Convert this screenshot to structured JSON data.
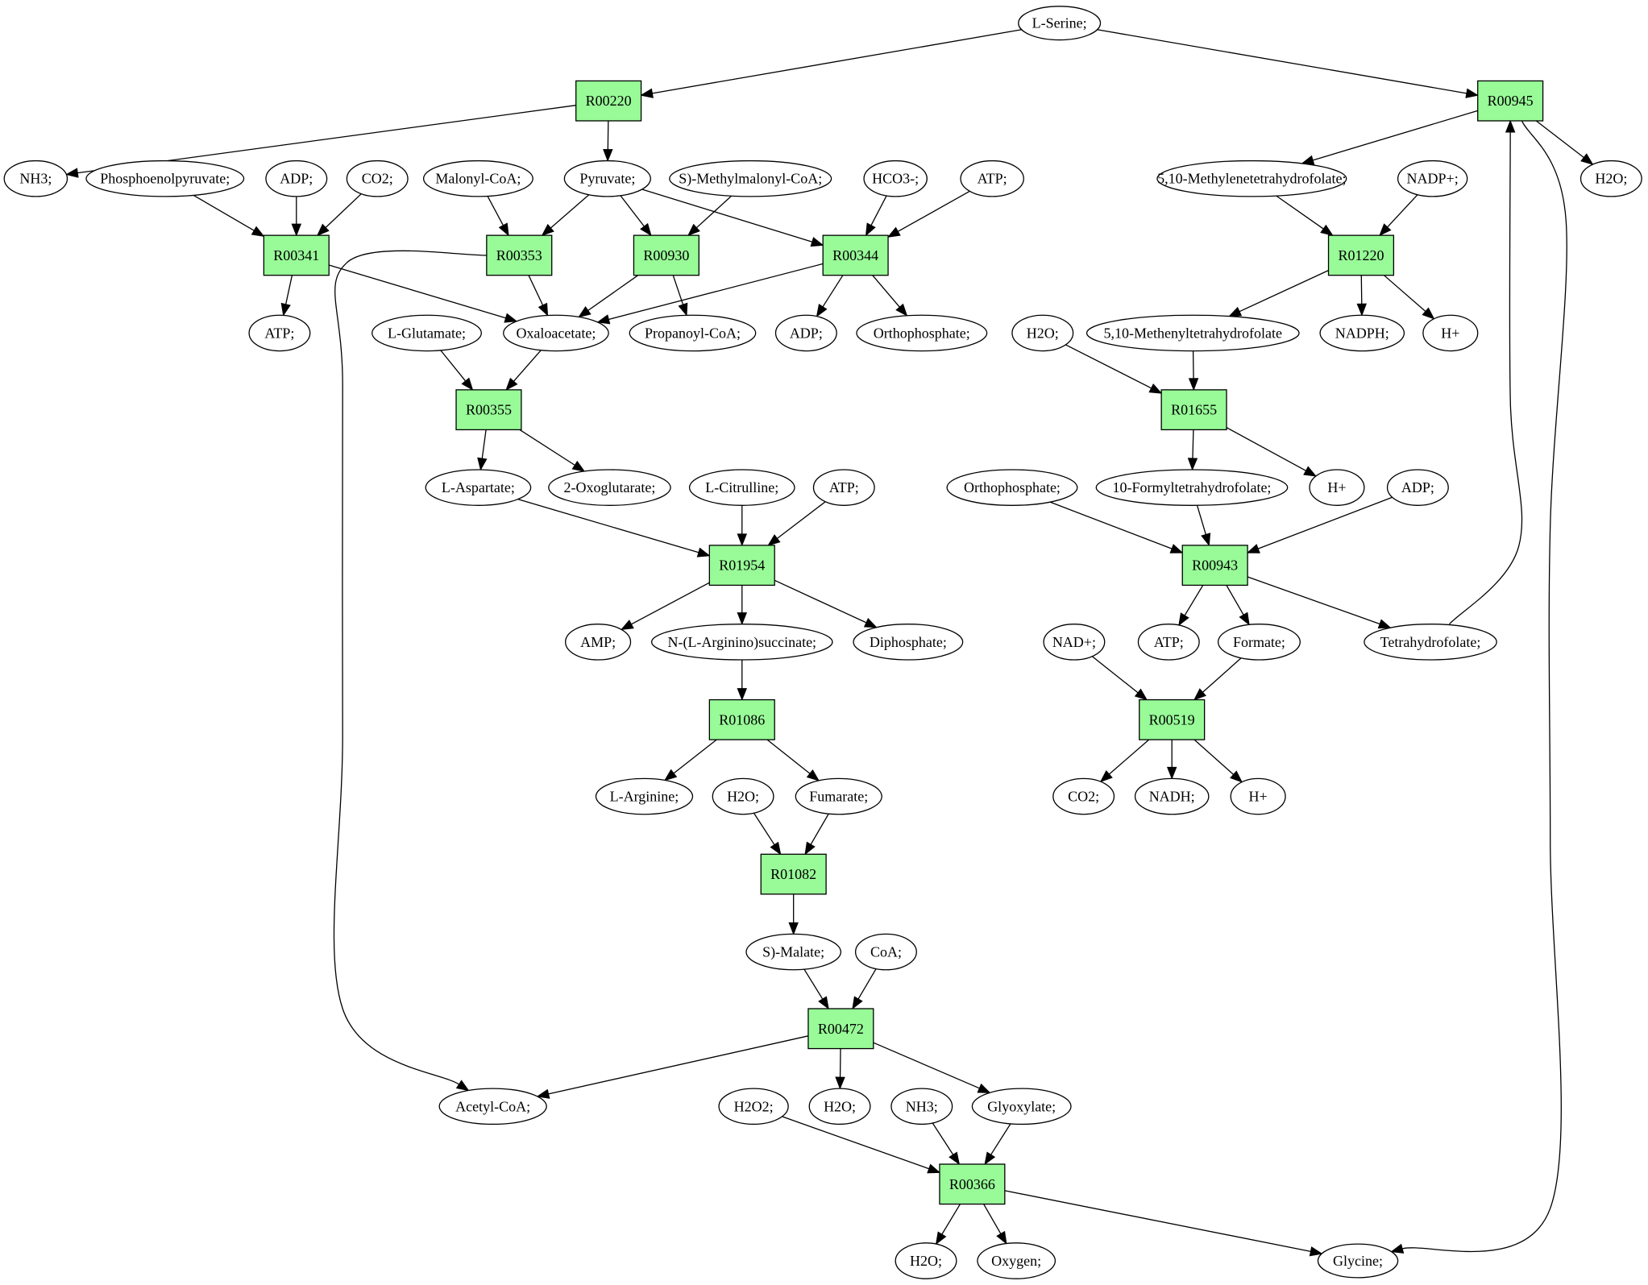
{
  "colors": {
    "reaction": "#98fb98",
    "source": "#00ff00",
    "target": "#ffff00",
    "metabolite": "#ffffff",
    "edge": "#000000"
  },
  "metabolites": [
    {
      "id": "lserine",
      "label": "L-Serine;",
      "role": "source"
    },
    {
      "id": "glycine",
      "label": "Glycine;",
      "role": "target"
    },
    {
      "id": "nh3_a",
      "label": "NH3;"
    },
    {
      "id": "pep",
      "label": "Phosphoenolpyruvate;"
    },
    {
      "id": "adp_a",
      "label": "ADP;"
    },
    {
      "id": "co2_a",
      "label": "CO2;"
    },
    {
      "id": "malonylcoa",
      "label": "Malonyl-CoA;"
    },
    {
      "id": "pyruvate",
      "label": "Pyruvate;"
    },
    {
      "id": "smethylmalonylcoa",
      "label": "S)-Methylmalonyl-CoA;"
    },
    {
      "id": "hco3",
      "label": "HCO3-;"
    },
    {
      "id": "atp_a",
      "label": "ATP;"
    },
    {
      "id": "methylenethf",
      "label": "5,10-Methylenetetrahydrofolate;"
    },
    {
      "id": "nadp",
      "label": "NADP+;"
    },
    {
      "id": "h2o_a",
      "label": "H2O;"
    },
    {
      "id": "atp_b",
      "label": "ATP;"
    },
    {
      "id": "oxaloacetate",
      "label": "Oxaloacetate;"
    },
    {
      "id": "propanoylcoa",
      "label": "Propanoyl-CoA;"
    },
    {
      "id": "adp_b",
      "label": "ADP;"
    },
    {
      "id": "orthophosphate_a",
      "label": "Orthophosphate;"
    },
    {
      "id": "lglutamate",
      "label": "L-Glutamate;"
    },
    {
      "id": "h2o_b",
      "label": "H2O;"
    },
    {
      "id": "methenylthf",
      "label": "5,10-Methenyltetrahydrofolate"
    },
    {
      "id": "nadph",
      "label": "NADPH;"
    },
    {
      "id": "hplus_a",
      "label": "H+"
    },
    {
      "id": "laspartate",
      "label": "L-Aspartate;"
    },
    {
      "id": "oxoglutarate",
      "label": "2-Oxoglutarate;"
    },
    {
      "id": "lcitrulline",
      "label": "L-Citrulline;"
    },
    {
      "id": "atp_c",
      "label": "ATP;"
    },
    {
      "id": "orthophosphate_b",
      "label": "Orthophosphate;"
    },
    {
      "id": "formylthf",
      "label": "10-Formyltetrahydrofolate;"
    },
    {
      "id": "hplus_b",
      "label": "H+"
    },
    {
      "id": "adp_c",
      "label": "ADP;"
    },
    {
      "id": "amp",
      "label": "AMP;"
    },
    {
      "id": "arginosuccinate",
      "label": "N-(L-Arginino)succinate;"
    },
    {
      "id": "diphosphate",
      "label": "Diphosphate;"
    },
    {
      "id": "nad",
      "label": "NAD+;"
    },
    {
      "id": "atp_d",
      "label": "ATP;"
    },
    {
      "id": "formate",
      "label": "Formate;"
    },
    {
      "id": "thf",
      "label": "Tetrahydrofolate;"
    },
    {
      "id": "larginine",
      "label": "L-Arginine;"
    },
    {
      "id": "h2o_c",
      "label": "H2O;"
    },
    {
      "id": "fumarate",
      "label": "Fumarate;"
    },
    {
      "id": "co2_b",
      "label": "CO2;"
    },
    {
      "id": "nadh",
      "label": "NADH;"
    },
    {
      "id": "hplus_c",
      "label": "H+"
    },
    {
      "id": "smalate",
      "label": "S)-Malate;"
    },
    {
      "id": "coa",
      "label": "CoA;"
    },
    {
      "id": "acetylcoa",
      "label": "Acetyl-CoA;"
    },
    {
      "id": "h2o2",
      "label": "H2O2;"
    },
    {
      "id": "h2o_d",
      "label": "H2O;"
    },
    {
      "id": "nh3_b",
      "label": "NH3;"
    },
    {
      "id": "glyoxylate",
      "label": "Glyoxylate;"
    },
    {
      "id": "h2o_e",
      "label": "H2O;"
    },
    {
      "id": "oxygen",
      "label": "Oxygen;"
    }
  ],
  "reactions": [
    {
      "id": "R00220",
      "label": "R00220"
    },
    {
      "id": "R00945",
      "label": "R00945"
    },
    {
      "id": "R00341",
      "label": "R00341"
    },
    {
      "id": "R00353",
      "label": "R00353"
    },
    {
      "id": "R00930",
      "label": "R00930"
    },
    {
      "id": "R00344",
      "label": "R00344"
    },
    {
      "id": "R01220",
      "label": "R01220"
    },
    {
      "id": "R00355",
      "label": "R00355"
    },
    {
      "id": "R01655",
      "label": "R01655"
    },
    {
      "id": "R01954",
      "label": "R01954"
    },
    {
      "id": "R00943",
      "label": "R00943"
    },
    {
      "id": "R01086",
      "label": "R01086"
    },
    {
      "id": "R00519",
      "label": "R00519"
    },
    {
      "id": "R01082",
      "label": "R01082"
    },
    {
      "id": "R00472",
      "label": "R00472"
    },
    {
      "id": "R00366",
      "label": "R00366"
    }
  ],
  "edges": [
    {
      "from": "lserine",
      "to": "R00220"
    },
    {
      "from": "lserine",
      "to": "R00945"
    },
    {
      "from": "R00220",
      "to": "nh3_a"
    },
    {
      "from": "R00220",
      "to": "pyruvate"
    },
    {
      "from": "R00945",
      "to": "methylenethf"
    },
    {
      "from": "R00945",
      "to": "h2o_a"
    },
    {
      "from": "R00945",
      "to": "glycine"
    },
    {
      "from": "pep",
      "to": "R00341"
    },
    {
      "from": "adp_a",
      "to": "R00341"
    },
    {
      "from": "co2_a",
      "to": "R00341"
    },
    {
      "from": "R00341",
      "to": "atp_b"
    },
    {
      "from": "R00341",
      "to": "oxaloacetate"
    },
    {
      "from": "malonylcoa",
      "to": "R00353"
    },
    {
      "from": "pyruvate",
      "to": "R00353"
    },
    {
      "from": "R00353",
      "to": "oxaloacetate"
    },
    {
      "from": "R00353",
      "to": "acetylcoa"
    },
    {
      "from": "pyruvate",
      "to": "R00930"
    },
    {
      "from": "smethylmalonylcoa",
      "to": "R00930"
    },
    {
      "from": "R00930",
      "to": "oxaloacetate"
    },
    {
      "from": "R00930",
      "to": "propanoylcoa"
    },
    {
      "from": "pyruvate",
      "to": "R00344"
    },
    {
      "from": "hco3",
      "to": "R00344"
    },
    {
      "from": "atp_a",
      "to": "R00344"
    },
    {
      "from": "R00344",
      "to": "oxaloacetate"
    },
    {
      "from": "R00344",
      "to": "adp_b"
    },
    {
      "from": "R00344",
      "to": "orthophosphate_a"
    },
    {
      "from": "methylenethf",
      "to": "R01220"
    },
    {
      "from": "nadp",
      "to": "R01220"
    },
    {
      "from": "R01220",
      "to": "methenylthf"
    },
    {
      "from": "R01220",
      "to": "nadph"
    },
    {
      "from": "R01220",
      "to": "hplus_a"
    },
    {
      "from": "lglutamate",
      "to": "R00355"
    },
    {
      "from": "oxaloacetate",
      "to": "R00355"
    },
    {
      "from": "R00355",
      "to": "laspartate"
    },
    {
      "from": "R00355",
      "to": "oxoglutarate"
    },
    {
      "from": "h2o_b",
      "to": "R01655"
    },
    {
      "from": "methenylthf",
      "to": "R01655"
    },
    {
      "from": "R01655",
      "to": "formylthf"
    },
    {
      "from": "R01655",
      "to": "hplus_b"
    },
    {
      "from": "laspartate",
      "to": "R01954"
    },
    {
      "from": "lcitrulline",
      "to": "R01954"
    },
    {
      "from": "atp_c",
      "to": "R01954"
    },
    {
      "from": "R01954",
      "to": "amp"
    },
    {
      "from": "R01954",
      "to": "arginosuccinate"
    },
    {
      "from": "R01954",
      "to": "diphosphate"
    },
    {
      "from": "orthophosphate_b",
      "to": "R00943"
    },
    {
      "from": "formylthf",
      "to": "R00943"
    },
    {
      "from": "adp_c",
      "to": "R00943"
    },
    {
      "from": "R00943",
      "to": "atp_d"
    },
    {
      "from": "R00943",
      "to": "formate"
    },
    {
      "from": "R00943",
      "to": "thf"
    },
    {
      "from": "thf",
      "to": "R00945"
    },
    {
      "from": "arginosuccinate",
      "to": "R01086"
    },
    {
      "from": "R01086",
      "to": "larginine"
    },
    {
      "from": "R01086",
      "to": "fumarate"
    },
    {
      "from": "nad",
      "to": "R00519"
    },
    {
      "from": "formate",
      "to": "R00519"
    },
    {
      "from": "R00519",
      "to": "co2_b"
    },
    {
      "from": "R00519",
      "to": "nadh"
    },
    {
      "from": "R00519",
      "to": "hplus_c"
    },
    {
      "from": "h2o_c",
      "to": "R01082"
    },
    {
      "from": "fumarate",
      "to": "R01082"
    },
    {
      "from": "R01082",
      "to": "smalate"
    },
    {
      "from": "smalate",
      "to": "R00472"
    },
    {
      "from": "coa",
      "to": "R00472"
    },
    {
      "from": "R00472",
      "to": "acetylcoa"
    },
    {
      "from": "R00472",
      "to": "h2o_d"
    },
    {
      "from": "R00472",
      "to": "glyoxylate"
    },
    {
      "from": "h2o2",
      "to": "R00366"
    },
    {
      "from": "nh3_b",
      "to": "R00366"
    },
    {
      "from": "glyoxylate",
      "to": "R00366"
    },
    {
      "from": "R00366",
      "to": "h2o_e"
    },
    {
      "from": "R00366",
      "to": "oxygen"
    },
    {
      "from": "R00366",
      "to": "glycine"
    }
  ]
}
